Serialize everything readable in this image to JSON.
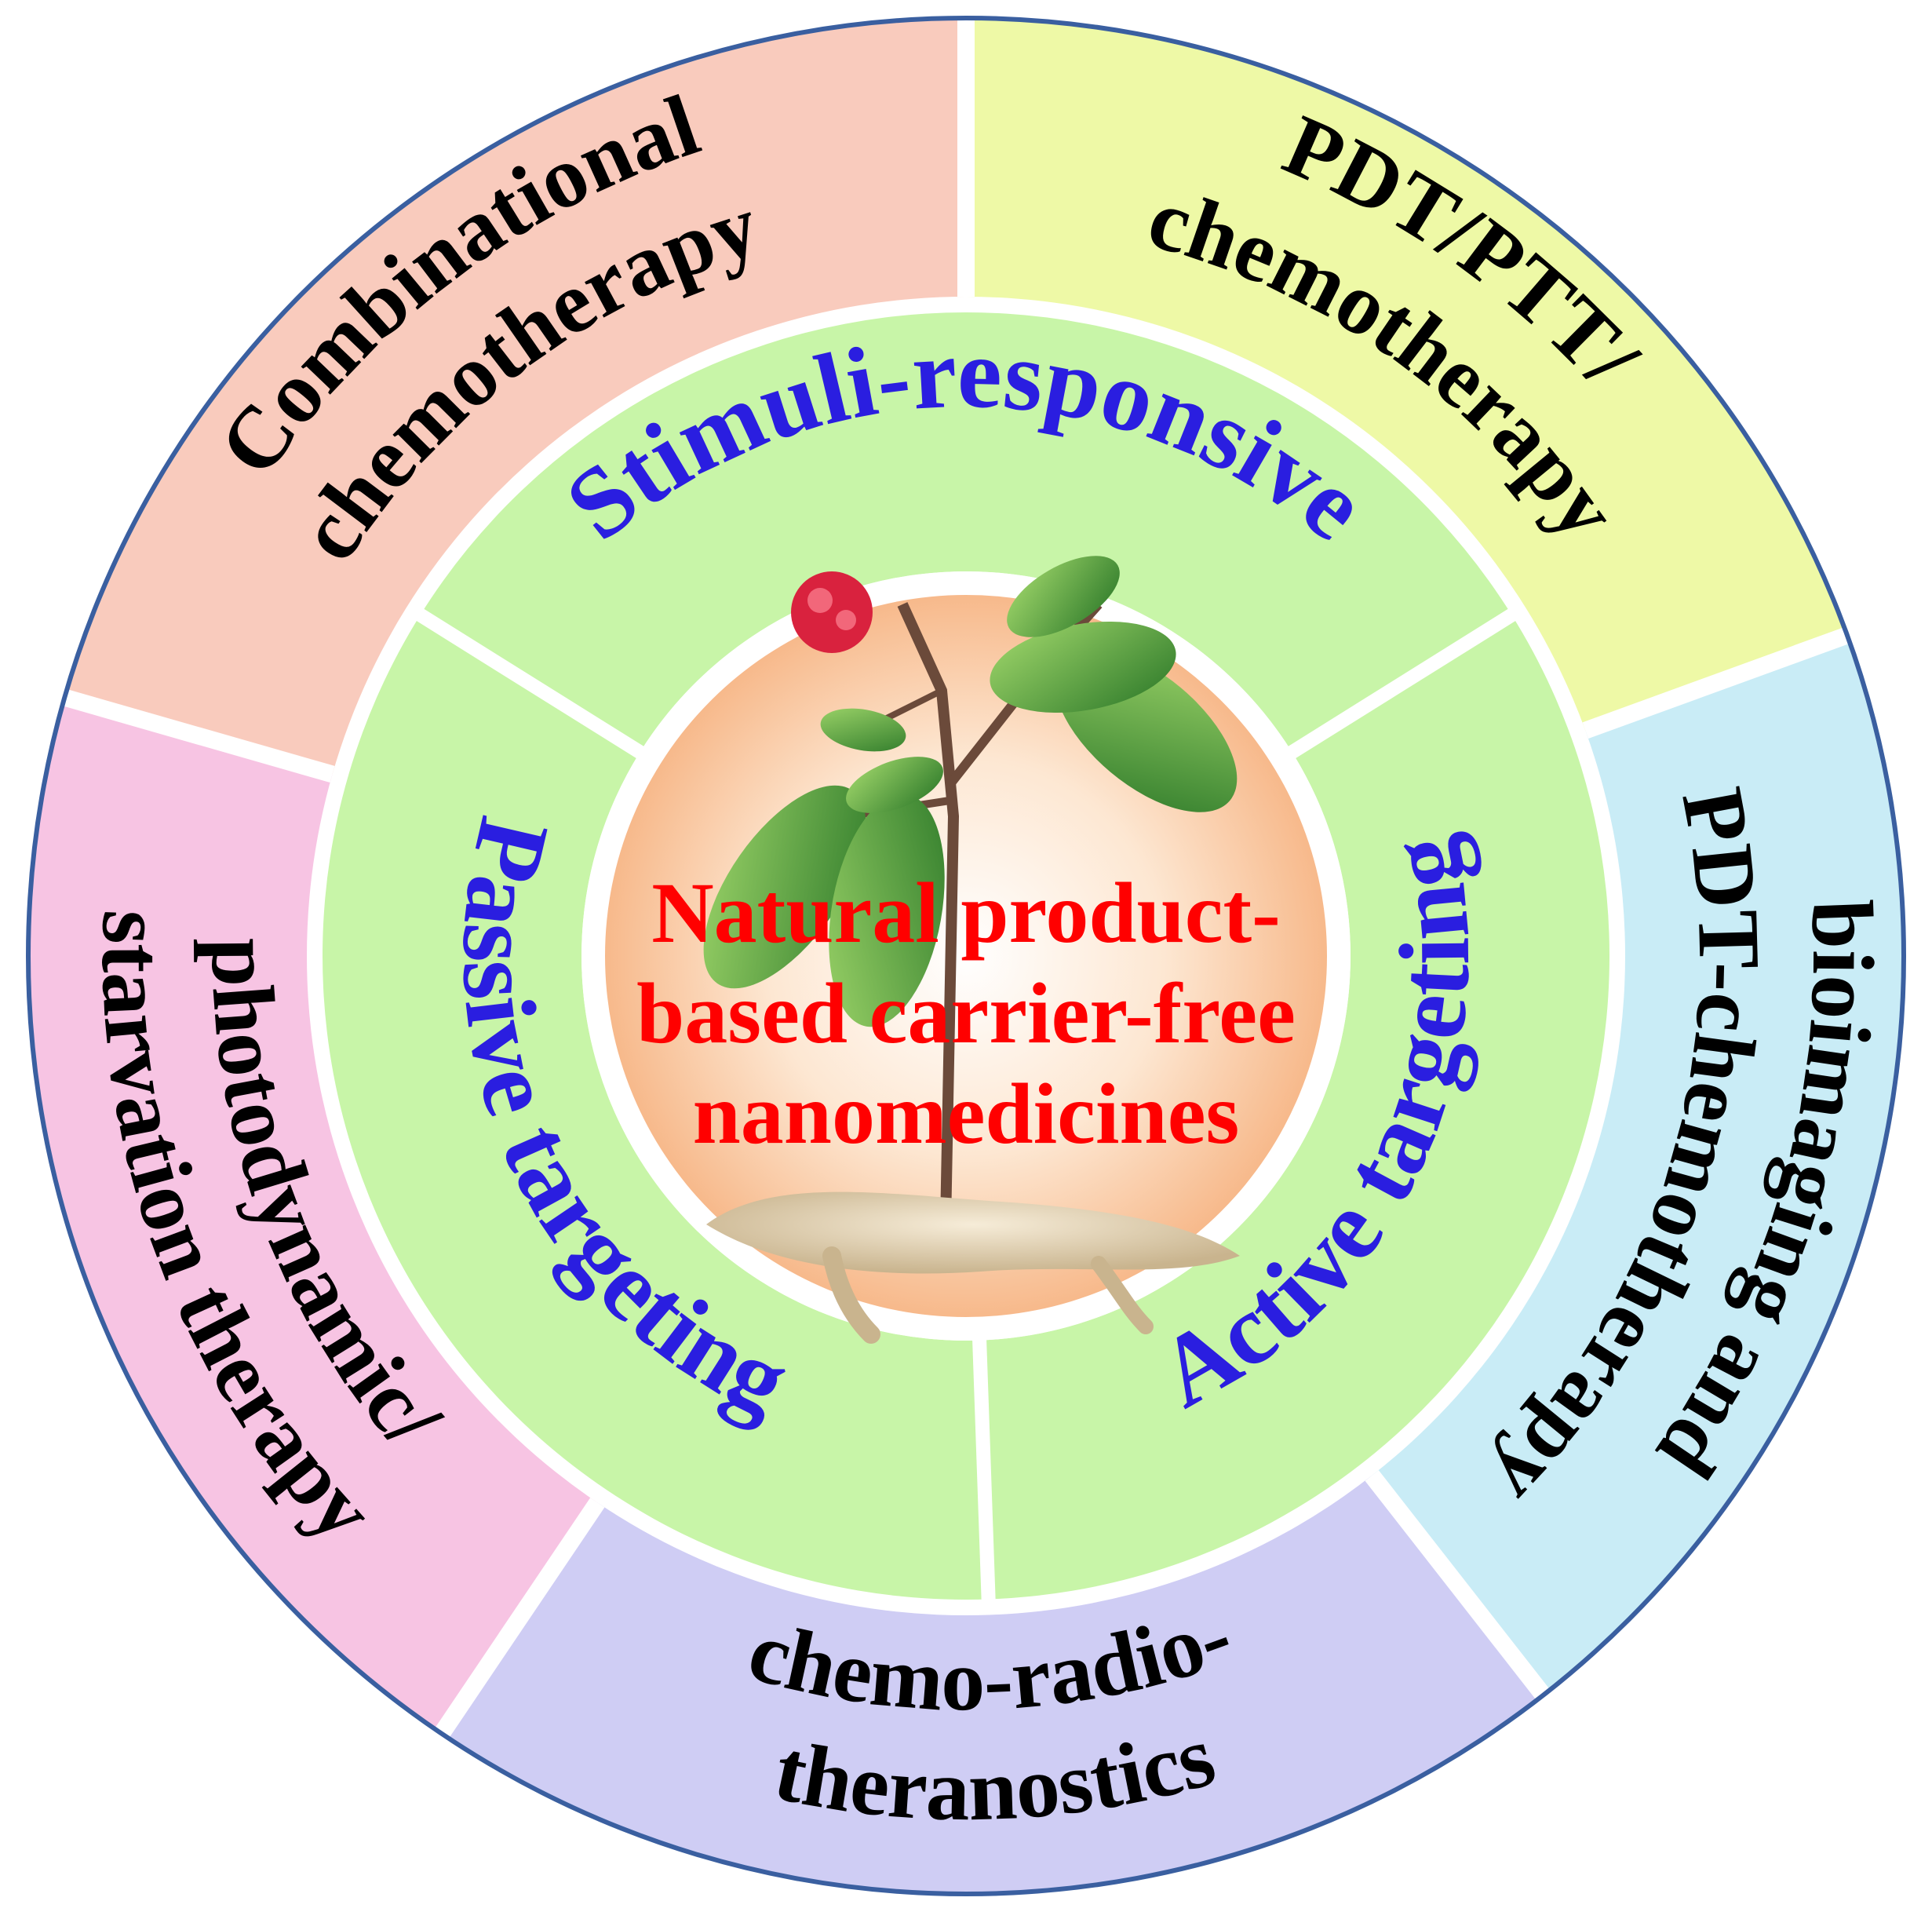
{
  "colors": {
    "ring_border": "#3a5fa0",
    "inner_ring": "#c8f5a8",
    "middle_text": "#2a1ee0",
    "center_text": "#ff0000",
    "divider": "#ffffff"
  },
  "outer_segments": [
    {
      "key": "combinational",
      "lines": [
        "Combinational",
        "chemotherapy"
      ],
      "color": "#f9cbbd"
    },
    {
      "key": "pdt-ptt",
      "lines": [
        "PDT/PTT/",
        "chemotherapy"
      ],
      "color": "#eef9a6"
    },
    {
      "key": "bioimaging",
      "lines": [
        "bioimaging and",
        "PDT-chemotherapy"
      ],
      "color": "#c9ecf6"
    },
    {
      "key": "chemo-radio",
      "lines": [
        "chemo-radio-",
        "theranostics"
      ],
      "color": "#cfcdf4"
    },
    {
      "key": "photodynamic",
      "lines": [
        "photodynamic/",
        "starvation therapy"
      ],
      "color": "#f7c4e3"
    }
  ],
  "middle_segments": [
    {
      "key": "stimuli",
      "label": "Stimuli-responsive"
    },
    {
      "key": "active",
      "label": "Active targeting"
    },
    {
      "key": "passive",
      "label": "Passive targeting"
    }
  ],
  "center": {
    "lines": [
      "Natural product-",
      "based carrier-free",
      "nanomedicines"
    ],
    "image": "ginseng-plant-icon"
  }
}
